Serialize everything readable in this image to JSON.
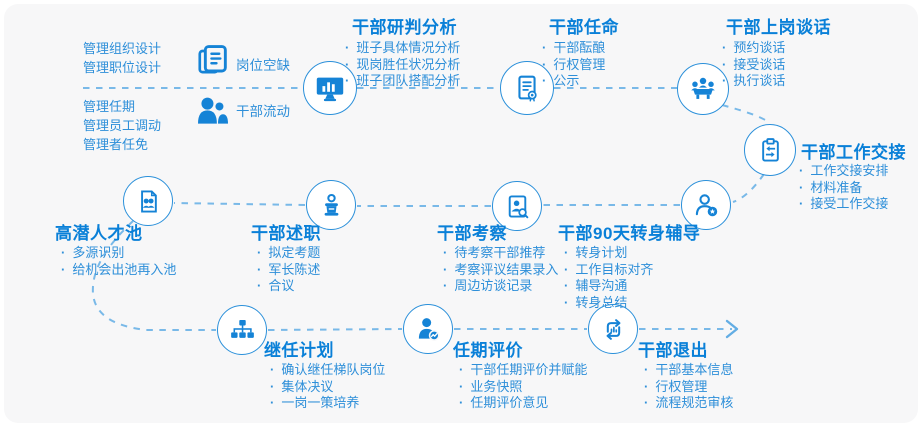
{
  "theme": {
    "panel_bg": "#f7f7f8",
    "icon_blue": "#1583d6",
    "title_blue": "#0a80d8",
    "text_blue": "#2e8fd9",
    "dash_blue": "#79b9e8"
  },
  "pre": {
    "org_lines": [
      "管理组织设计",
      "管理职位设计"
    ],
    "mgmt_lines": [
      "管理任期",
      "管理员工调动",
      "管理者任免"
    ],
    "vacancy_label": "岗位空缺",
    "flow_label": "干部流动"
  },
  "stages": [
    {
      "id": "analysis",
      "title": "干部研判分析",
      "icon": "monitor-chart-icon",
      "bullets": [
        "班子具体情况分析",
        "现岗胜任状况分析",
        "班子团队搭配分析"
      ]
    },
    {
      "id": "appointment",
      "title": "干部任命",
      "icon": "certificate-icon",
      "bullets": [
        "干部酝酿",
        "行权管理",
        "公示"
      ]
    },
    {
      "id": "onboard",
      "title": "干部上岗谈话",
      "icon": "meeting-icon",
      "bullets": [
        "预约谈话",
        "接受谈话",
        "执行谈话"
      ]
    },
    {
      "id": "handover",
      "title": "干部工作交接",
      "icon": "clipboard-exchange-icon",
      "bullets": [
        "工作交接安排",
        "材料准备",
        "接受工作交接"
      ]
    },
    {
      "id": "transition",
      "title": "干部90天转身辅导",
      "icon": "person-star-icon",
      "bullets": [
        "转身计划",
        "工作目标对齐",
        "辅导沟通",
        "转身总结"
      ]
    },
    {
      "id": "inspection",
      "title": "干部考察",
      "icon": "photo-search-icon",
      "bullets": [
        "待考察干部推荐",
        "考察评议结果录入",
        "周边访谈记录"
      ]
    },
    {
      "id": "debrief",
      "title": "干部述职",
      "icon": "podium-icon",
      "bullets": [
        "拟定考题",
        "军长陈述",
        "合议"
      ]
    },
    {
      "id": "talent",
      "title": "高潜人才池",
      "icon": "talent-file-icon",
      "bullets": [
        "多源识别",
        "给机会出池再入池"
      ]
    },
    {
      "id": "succession",
      "title": "继任计划",
      "icon": "org-chart-icon",
      "bullets": [
        "确认继任梯队岗位",
        "集体决议",
        "一岗一策培养"
      ]
    },
    {
      "id": "tenure",
      "title": "任期评价",
      "icon": "person-chart-icon",
      "bullets": [
        "干部任期评价并赋能",
        "业务快照",
        "任期评价意见"
      ]
    },
    {
      "id": "exit",
      "title": "干部退出",
      "icon": "recycle-icon",
      "bullets": [
        "干部基本信息",
        "行权管理",
        "流程规范审核"
      ]
    }
  ]
}
